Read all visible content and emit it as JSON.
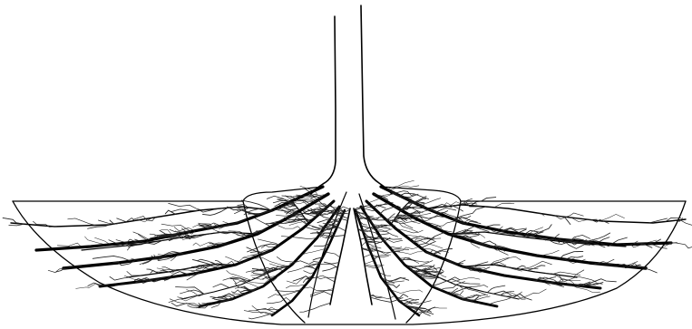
{
  "figure": {
    "background": "#ffffff",
    "ink": "#000000",
    "elements": [
      "tree-trunk",
      "ground-surface",
      "soil-boundary-left",
      "soil-boundary-right",
      "root-system"
    ]
  }
}
